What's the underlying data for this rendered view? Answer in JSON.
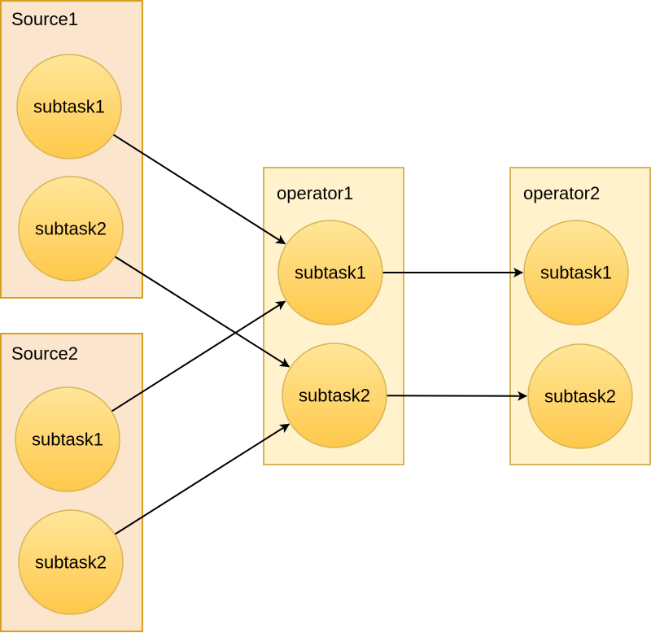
{
  "colors": {
    "source_fill": "#fce5cd",
    "source_stroke": "#d6a21d",
    "operator_fill": "#fff2cc",
    "operator_stroke": "#d6b656",
    "node_stroke": "#d6b656",
    "node_top": "#ffe699",
    "node_bottom": "#ffc84a",
    "edge": "#000000"
  },
  "groups": [
    {
      "id": "source1",
      "label": "Source1",
      "kind": "source"
    },
    {
      "id": "source2",
      "label": "Source2",
      "kind": "source"
    },
    {
      "id": "operator1",
      "label": "operator1",
      "kind": "operator"
    },
    {
      "id": "operator2",
      "label": "operator2",
      "kind": "operator"
    }
  ],
  "nodes": [
    {
      "id": "s1t1",
      "group": "source1",
      "label": "subtask1"
    },
    {
      "id": "s1t2",
      "group": "source1",
      "label": "subtask2"
    },
    {
      "id": "s2t1",
      "group": "source2",
      "label": "subtask1"
    },
    {
      "id": "s2t2",
      "group": "source2",
      "label": "subtask2"
    },
    {
      "id": "o1t1",
      "group": "operator1",
      "label": "subtask1"
    },
    {
      "id": "o1t2",
      "group": "operator1",
      "label": "subtask2"
    },
    {
      "id": "o2t1",
      "group": "operator2",
      "label": "subtask1"
    },
    {
      "id": "o2t2",
      "group": "operator2",
      "label": "subtask2"
    }
  ],
  "edges": [
    {
      "from": "s1t1",
      "to": "o1t1"
    },
    {
      "from": "s1t2",
      "to": "o1t2"
    },
    {
      "from": "s2t1",
      "to": "o1t1"
    },
    {
      "from": "s2t2",
      "to": "o1t2"
    },
    {
      "from": "o1t1",
      "to": "o2t1"
    },
    {
      "from": "o1t2",
      "to": "o2t2"
    }
  ]
}
